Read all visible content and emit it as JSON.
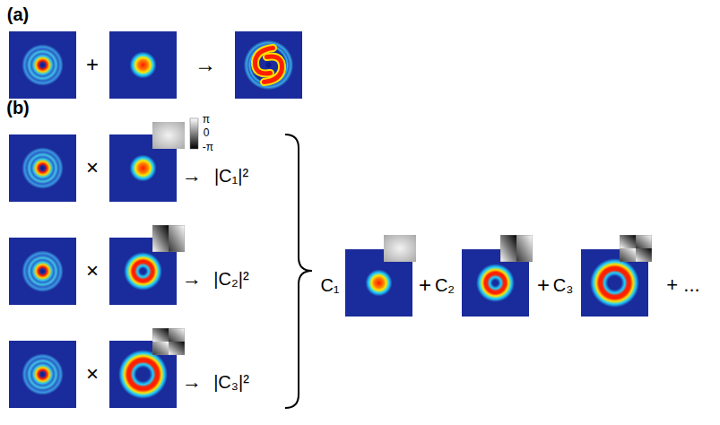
{
  "diagram": {
    "labels": [
      "(a)",
      "+",
      "→",
      "(b)",
      "π",
      "0",
      "-π",
      "×",
      "→",
      "|C₁|²",
      "×",
      "→",
      "|C₂|²",
      "×",
      "→",
      "|C₃|²",
      "C₁",
      "+",
      "C₂",
      "+",
      "C₃",
      "+ ..."
    ]
  }
}
